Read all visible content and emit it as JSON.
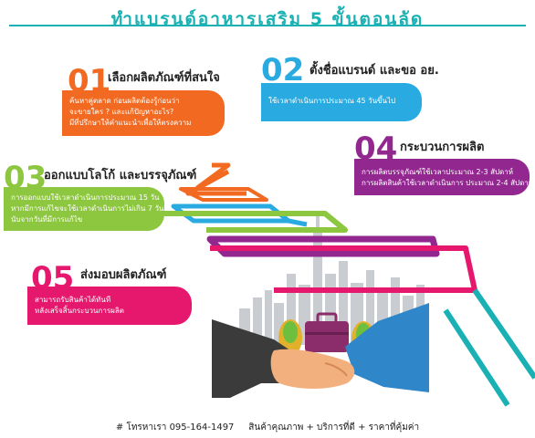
{
  "title": "ทำแบรนด์อาหารเสริม 5 ขั้นตอนลัด",
  "steps": [
    {
      "number": "01",
      "heading": "เลือกผลิตภัณฑ์ที่สนใจ",
      "lines": [
        "ค้นหาคู่ตลาด ก่อนผลิตต้องรู้ก่อนว่า",
        "จะขายใคร ? และแก้ปัญหาอะไร?",
        "มีที่ปรึกษาให้คำแนะนำเพื่อให้ตรงความ"
      ],
      "color": "#f26a21"
    },
    {
      "number": "02",
      "heading": "ตั้งชื่อแบรนด์ และขอ อย.",
      "lines": [
        "ใช้เวลาดำเนินการประมาณ 45 วันขึ้นไป"
      ],
      "color": "#29abe2"
    },
    {
      "number": "03",
      "heading": "ออกแบบโลโก้ และบรรจุภัณฑ์",
      "lines": [
        "การออกแบบใช้เวลาดำเนินการประมาณ 15 วัน",
        "หากมีการแก้ไขจะใช้เวลาดำเนินการไม่เกิน 7 วัน",
        "นับจากวันที่มีการแก้ไข"
      ],
      "color": "#8dc63f"
    },
    {
      "number": "04",
      "heading": "กระบวนการผลิต",
      "lines": [
        "การผลิตบรรจุภัณฑ์ใช้เวลาประมาณ 2-3 สัปดาห์",
        "การผลิตสินค้าใช้เวลาดำเนินการ ประมาณ 2-4 สัปดาห์"
      ],
      "color": "#92278f"
    },
    {
      "number": "05",
      "heading": "ส่งมอบผลิตภัณฑ์",
      "lines": [
        "สามารถรับสินค้าได้ทันที",
        "หลังเสร็จสิ้นกระบวนการผลิต"
      ],
      "color": "#e6186e"
    }
  ],
  "footer": "# โทรหาเรา 095-164-1497     สินค้าคุณภาพ + บริการที่ดี + ราคาที่คุ้มค่า"
}
